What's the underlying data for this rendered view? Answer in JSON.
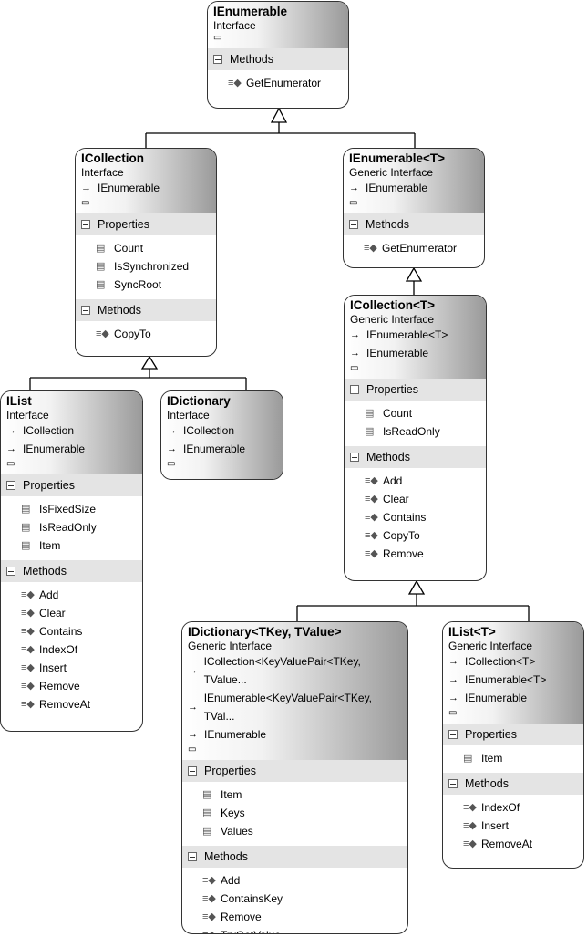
{
  "boxes": {
    "ienumerable": {
      "name": "IEnumerable",
      "kind": "Interface",
      "methods_label": "Methods",
      "methods": [
        "GetEnumerator"
      ]
    },
    "icollection": {
      "name": "ICollection",
      "kind": "Interface",
      "inherits": [
        "IEnumerable"
      ],
      "properties_label": "Properties",
      "properties": [
        "Count",
        "IsSynchronized",
        "SyncRoot"
      ],
      "methods_label": "Methods",
      "methods": [
        "CopyTo"
      ]
    },
    "ienumerable_t": {
      "name": "IEnumerable<T>",
      "kind": "Generic Interface",
      "inherits": [
        "IEnumerable"
      ],
      "methods_label": "Methods",
      "methods": [
        "GetEnumerator"
      ]
    },
    "icollection_t": {
      "name": "ICollection<T>",
      "kind": "Generic Interface",
      "inherits": [
        "IEnumerable<T>",
        "IEnumerable"
      ],
      "properties_label": "Properties",
      "properties": [
        "Count",
        "IsReadOnly"
      ],
      "methods_label": "Methods",
      "methods": [
        "Add",
        "Clear",
        "Contains",
        "CopyTo",
        "Remove"
      ]
    },
    "ilist": {
      "name": "IList",
      "kind": "Interface",
      "inherits": [
        "ICollection",
        "IEnumerable"
      ],
      "properties_label": "Properties",
      "properties": [
        "IsFixedSize",
        "IsReadOnly",
        "Item"
      ],
      "methods_label": "Methods",
      "methods": [
        "Add",
        "Clear",
        "Contains",
        "IndexOf",
        "Insert",
        "Remove",
        "RemoveAt"
      ]
    },
    "idictionary": {
      "name": "IDictionary",
      "kind": "Interface",
      "inherits": [
        "ICollection",
        "IEnumerable"
      ]
    },
    "idictionary_t": {
      "name": "IDictionary<TKey, TValue>",
      "kind": "Generic Interface",
      "inherits": [
        "ICollection<KeyValuePair<TKey, TValue...",
        "IEnumerable<KeyValuePair<TKey, TVal...",
        "IEnumerable"
      ],
      "properties_label": "Properties",
      "properties": [
        "Item",
        "Keys",
        "Values"
      ],
      "methods_label": "Methods",
      "methods": [
        "Add",
        "ContainsKey",
        "Remove",
        "TryGetValue"
      ]
    },
    "ilist_t": {
      "name": "IList<T>",
      "kind": "Generic Interface",
      "inherits": [
        "ICollection<T>",
        "IEnumerable<T>",
        "IEnumerable"
      ],
      "properties_label": "Properties",
      "properties": [
        "Item"
      ],
      "methods_label": "Methods",
      "methods": [
        "IndexOf",
        "Insert",
        "RemoveAt"
      ]
    }
  },
  "icons": {
    "implements": "arrow-right-icon",
    "collapse": "collapse-chevron-icon",
    "section": "minus-box-icon",
    "property": "property-icon",
    "method": "method-icon"
  }
}
